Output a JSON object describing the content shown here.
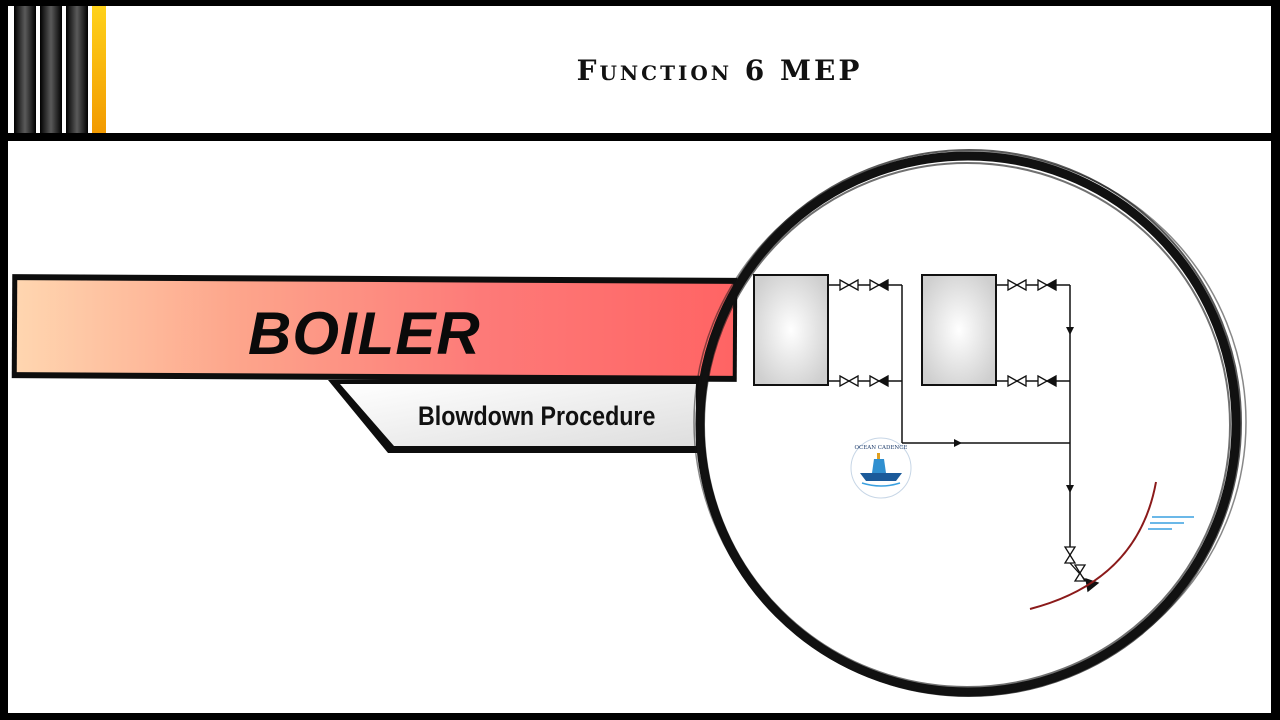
{
  "header": {
    "title": "Function 6 MEP",
    "stripe_colors": [
      "#1a1a1a",
      "#2c2c2c",
      "#3a3a3a",
      "#f5b800"
    ]
  },
  "banner": {
    "title": "BOILER",
    "gradient": [
      "#ffd6b0",
      "#ff6464"
    ]
  },
  "subtitle": {
    "text": "Blowdown Procedure"
  },
  "logo": {
    "text": "OCEAN CADENCE"
  },
  "diagram": {
    "description_icons": [
      "boiler-vessel",
      "gate-valve",
      "check-valve",
      "flow-arrow",
      "ship-hull-curve",
      "waterline"
    ],
    "hull_color": "#8b1a1a",
    "waterline_color": "#3aa0e0"
  }
}
